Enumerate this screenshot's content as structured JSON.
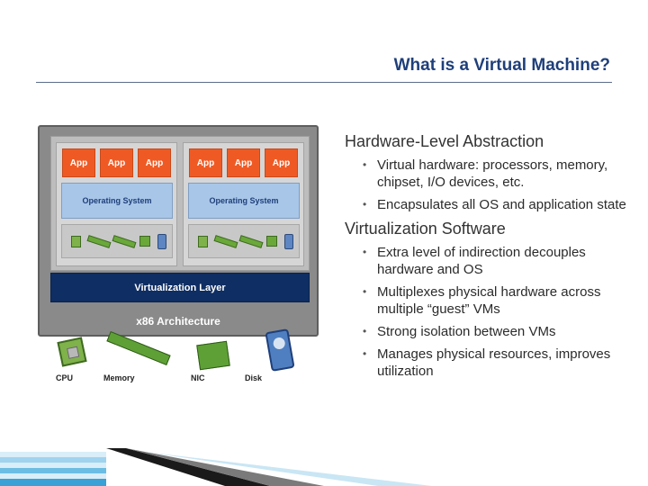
{
  "slide": {
    "title": "What is a Virtual Machine?"
  },
  "diagram": {
    "vms": [
      {
        "apps": [
          "App",
          "App",
          "App"
        ],
        "os_label": "Operating System"
      },
      {
        "apps": [
          "App",
          "App",
          "App"
        ],
        "os_label": "Operating System"
      }
    ],
    "virtualization_layer": "Virtualization Layer",
    "architecture": "x86 Architecture",
    "hardware": [
      {
        "label": "CPU",
        "icon": "cpu-icon"
      },
      {
        "label": "Memory",
        "icon": "memory-icon"
      },
      {
        "label": "NIC",
        "icon": "nic-icon"
      },
      {
        "label": "Disk",
        "icon": "disk-icon"
      }
    ],
    "colors": {
      "app": "#ef5a24",
      "os": "#a8c6e8",
      "virtualization_layer": "#0f2e63",
      "frame": "#8a8a8a"
    }
  },
  "sections": [
    {
      "heading": "Hardware-Level Abstraction",
      "bullets": [
        "Virtual hardware: processors, memory, chipset, I/O devices, etc.",
        "Encapsulates all OS and application state"
      ]
    },
    {
      "heading": "Virtualization Software",
      "bullets": [
        "Extra level of indirection decouples hardware and OS",
        "Multiplexes physical hardware across multiple “guest” VMs",
        "Strong isolation between VMs",
        "Manages physical resources, improves utilization"
      ]
    }
  ],
  "bullet_glyph": "•"
}
